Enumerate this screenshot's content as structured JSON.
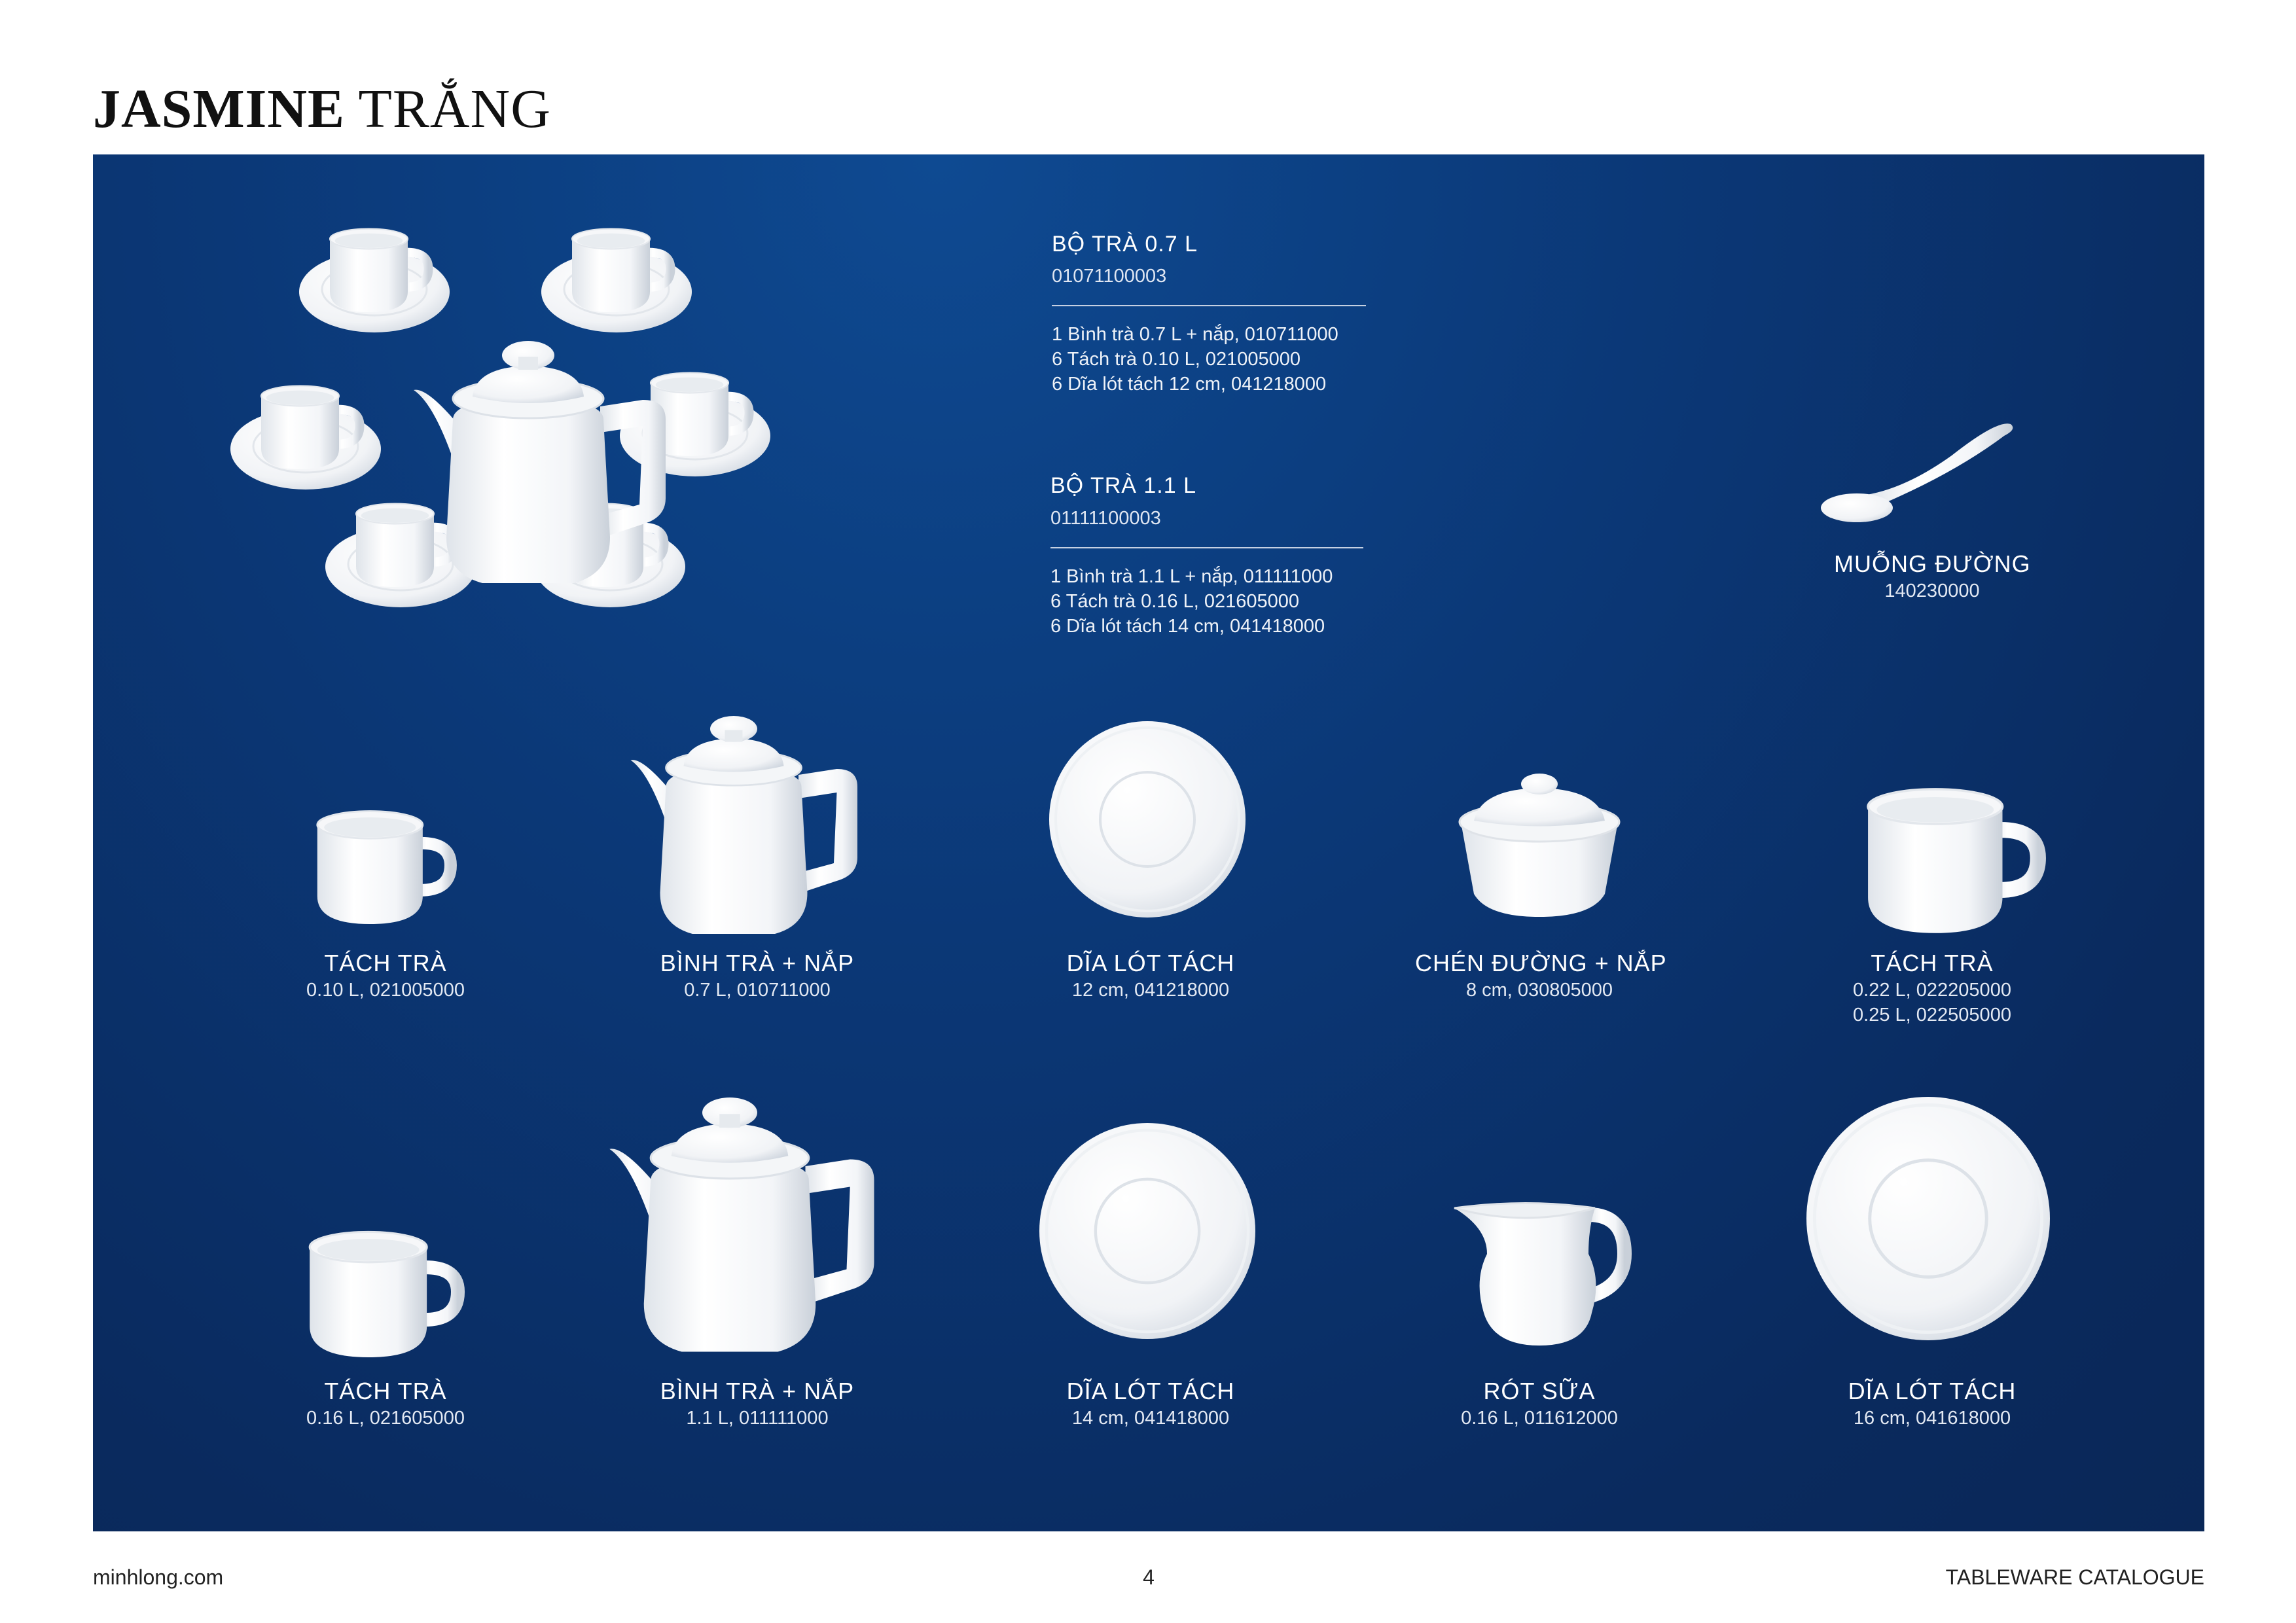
{
  "header": {
    "title_bold": "JASMINE",
    "title_rest": "TRẮNG"
  },
  "sets": [
    {
      "title": "BỘ TRÀ 0.7 L",
      "code": "01071100003",
      "items": [
        "1 Bình trà 0.7 L + nắp, 010711000",
        "6 Tách trà 0.10 L, 021005000",
        "6 Dĩa lót tách 12 cm, 041218000"
      ]
    },
    {
      "title": "BỘ TRÀ 1.1 L",
      "code": "01111100003",
      "items": [
        "1 Bình trà 1.1 L + nắp, 011111000",
        "6 Tách trà 0.16 L, 021605000",
        "6 Dĩa lót tách 14 cm, 041418000"
      ]
    }
  ],
  "spoon": {
    "name": "MUỖNG ĐƯỜNG",
    "code": "140230000"
  },
  "products": [
    {
      "name": "TÁCH TRÀ",
      "details": [
        "0.10 L, 021005000"
      ]
    },
    {
      "name": "BÌNH TRÀ + NẮP",
      "details": [
        "0.7 L, 010711000"
      ]
    },
    {
      "name": "DĨA LÓT TÁCH",
      "details": [
        "12 cm, 041218000"
      ]
    },
    {
      "name": "CHÉN ĐƯỜNG + NẮP",
      "details": [
        "8 cm, 030805000"
      ]
    },
    {
      "name": "TÁCH TRÀ",
      "details": [
        "0.22 L, 022205000",
        "0.25 L, 022505000"
      ]
    },
    {
      "name": "TÁCH TRÀ",
      "details": [
        "0.16 L, 021605000"
      ]
    },
    {
      "name": "BÌNH TRÀ + NẮP",
      "details": [
        "1.1 L, 011111000"
      ]
    },
    {
      "name": "DĨA LÓT TÁCH",
      "details": [
        "14 cm, 041418000"
      ]
    },
    {
      "name": "RÓT SỮA",
      "details": [
        "0.16 L, 011612000"
      ]
    },
    {
      "name": "DĨA LÓT TÁCH",
      "details": [
        "16 cm, 041618000"
      ]
    }
  ],
  "footer": {
    "website": "minhlong.com",
    "page": "4",
    "catalogue": "TABLEWARE CATALOGUE"
  },
  "colors": {
    "panel": "#0b3877",
    "porcelain": "#ffffff"
  }
}
